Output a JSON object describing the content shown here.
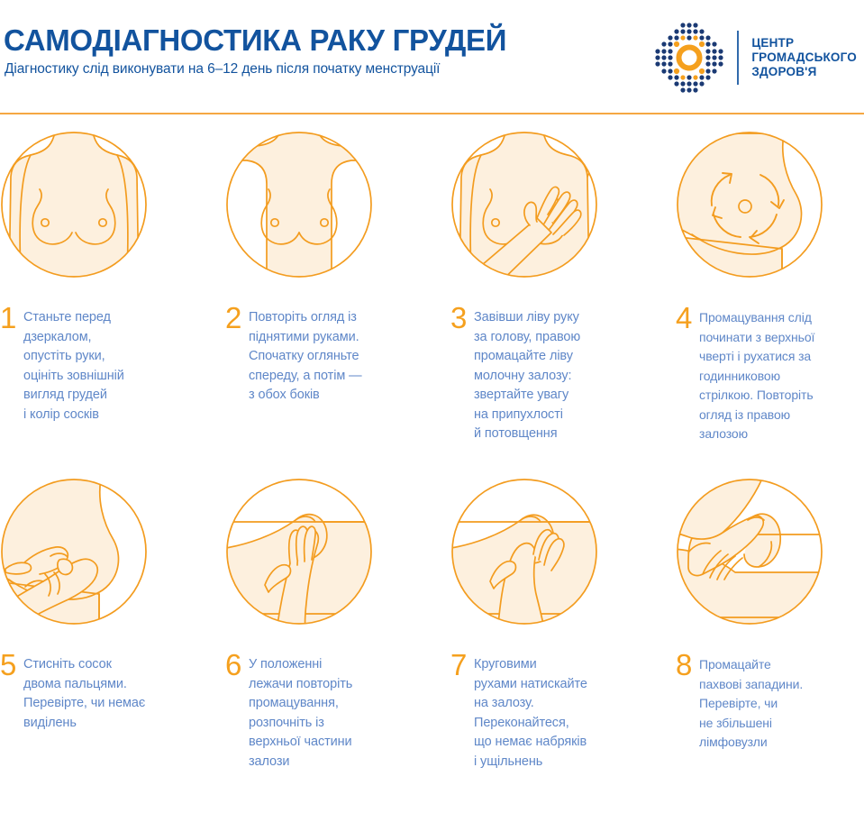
{
  "header": {
    "title": "САМОДІАГНОСТИКА РАКУ ГРУДЕЙ",
    "subtitle": "Діагностику слід виконувати на 6–12 день після початку менструації",
    "title_color": "#12539e",
    "rule_color": "#f5a742"
  },
  "logo": {
    "name": "public-health-center-logo",
    "line1": "ЦЕНТР",
    "line2": "ГРОМАДСЬКОГО",
    "line3": "ЗДОРОВ'Я",
    "dot_navy": "#1b3a74",
    "dot_orange": "#f5a01e",
    "text_color": "#12539e"
  },
  "palette": {
    "orange_stroke": "#f39c1f",
    "skin_fill": "#fdf0de",
    "number_color": "#f5a01e",
    "body_text": "#5f87c8"
  },
  "steps": [
    {
      "number": "1",
      "illustration": "torso-arms-down",
      "text": "Станьте перед\nдзеркалом,\nопустіть руки,\nоцініть зовнішній\nвигляд грудей\nі колір сосків"
    },
    {
      "number": "2",
      "illustration": "torso-arms-raised",
      "text": "Повторіть огляд із\nпіднятими руками.\nСпочатку огляньте\nспереду, а потім —\nз обох боків"
    },
    {
      "number": "3",
      "illustration": "hand-palpating-chest",
      "text": "Завівши ліву руку\nза голову, правою\nпромацайте ліву\nмолочну залозу:\nзвертайте увагу\nна припухлості\nй потовщення"
    },
    {
      "number": "4",
      "illustration": "breast-clockwise-arrows",
      "text": "Промацування слід\nпочинати з верхньої\nчверті і рухатися за\nгодинниковою\nстрілкою. Повторіть\nогляд із правою\nзалозою"
    },
    {
      "number": "5",
      "illustration": "fingers-squeezing-nipple",
      "text": "Стисніть сосок\nдвома пальцями.\nПеревірте, чи немає\nвиділень"
    },
    {
      "number": "6",
      "illustration": "lying-hand-upper-breast",
      "text": "У положенні\nлежачи повторіть\nпромацування,\nрозпочніть із\nверхньої частини\nзалози"
    },
    {
      "number": "7",
      "illustration": "lying-circular-pressing",
      "text": "Круговими\nрухами натискайте\nна залозу.\nПереконайтеся,\nщо немає набряків\nі ущільнень"
    },
    {
      "number": "8",
      "illustration": "armpit-lymph-nodes",
      "text": "Промацайте\nпахвові западини.\nПеревірте, чи\nне збільшені\nлімфовузли"
    }
  ]
}
